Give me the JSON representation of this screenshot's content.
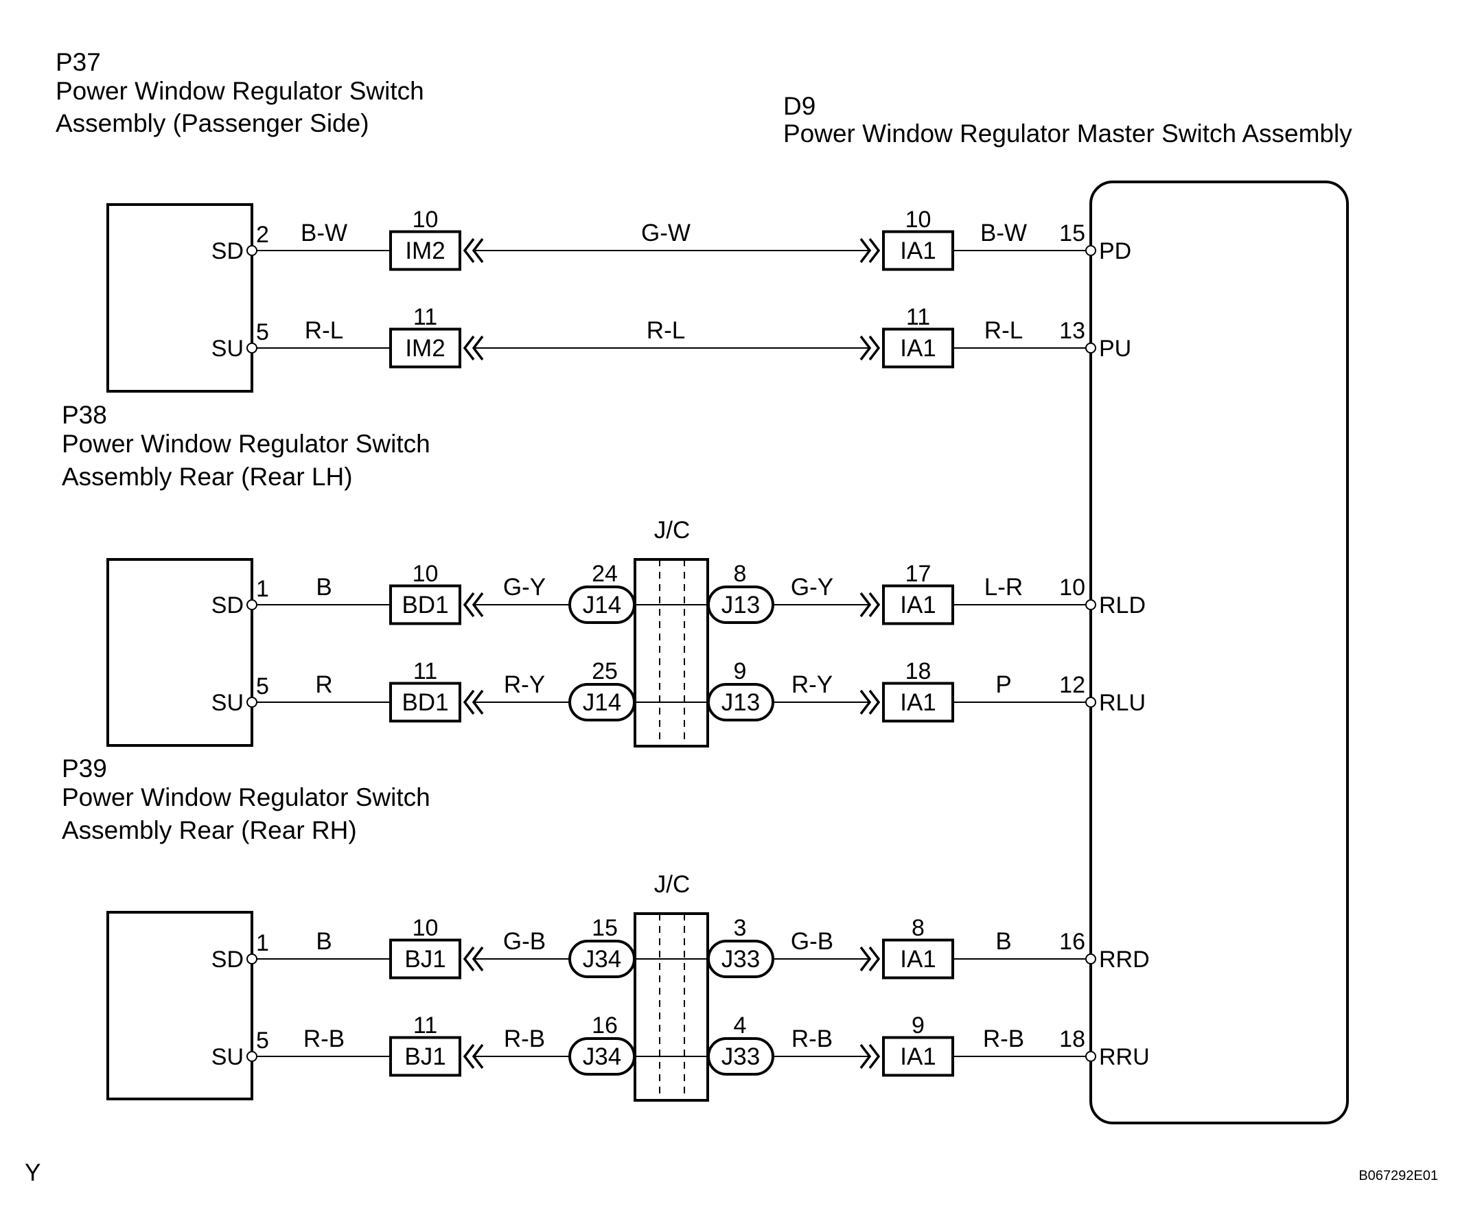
{
  "components": {
    "p37": {
      "code": "P37",
      "name_line1": "Power Window Regulator Switch",
      "name_line2": "Assembly (Passenger Side)"
    },
    "p38": {
      "code": "P38",
      "name_line1": "Power Window Regulator Switch",
      "name_line2": "Assembly Rear (Rear LH)"
    },
    "p39": {
      "code": "P39",
      "name_line1": "Power Window Regulator Switch",
      "name_line2": "Assembly Rear (Rear RH)"
    },
    "d9": {
      "code": "D9",
      "name": "Power Window Regulator Master Switch Assembly"
    }
  },
  "terminals": {
    "sd": "SD",
    "su": "SU"
  },
  "junction_label": "J/C",
  "circuits": [
    {
      "sw_pin": "2",
      "sw_wire": "B-W",
      "left_conn": {
        "pin": "10",
        "name": "IM2"
      },
      "mid_wire_left": "G-W",
      "right_conn": {
        "pin": "10",
        "name": "IA1"
      },
      "master_wire": "B-W",
      "master_pin": "15",
      "master_terminal": "PD"
    },
    {
      "sw_pin": "5",
      "sw_wire": "R-L",
      "left_conn": {
        "pin": "11",
        "name": "IM2"
      },
      "mid_wire_left": "R-L",
      "right_conn": {
        "pin": "11",
        "name": "IA1"
      },
      "master_wire": "R-L",
      "master_pin": "13",
      "master_terminal": "PU"
    },
    {
      "sw_pin": "1",
      "sw_wire": "B",
      "left_conn": {
        "pin": "10",
        "name": "BD1"
      },
      "mid_wire_left": "G-Y",
      "jc_left": {
        "pin": "24",
        "name": "J14"
      },
      "jc_right": {
        "pin": "8",
        "name": "J13"
      },
      "mid_wire_right": "G-Y",
      "right_conn": {
        "pin": "17",
        "name": "IA1"
      },
      "master_wire": "L-R",
      "master_pin": "10",
      "master_terminal": "RLD"
    },
    {
      "sw_pin": "5",
      "sw_wire": "R",
      "left_conn": {
        "pin": "11",
        "name": "BD1"
      },
      "mid_wire_left": "R-Y",
      "jc_left": {
        "pin": "25",
        "name": "J14"
      },
      "jc_right": {
        "pin": "9",
        "name": "J13"
      },
      "mid_wire_right": "R-Y",
      "right_conn": {
        "pin": "18",
        "name": "IA1"
      },
      "master_wire": "P",
      "master_pin": "12",
      "master_terminal": "RLU"
    },
    {
      "sw_pin": "1",
      "sw_wire": "B",
      "left_conn": {
        "pin": "10",
        "name": "BJ1"
      },
      "mid_wire_left": "G-B",
      "jc_left": {
        "pin": "15",
        "name": "J34"
      },
      "jc_right": {
        "pin": "3",
        "name": "J33"
      },
      "mid_wire_right": "G-B",
      "right_conn": {
        "pin": "8",
        "name": "IA1"
      },
      "master_wire": "B",
      "master_pin": "16",
      "master_terminal": "RRD"
    },
    {
      "sw_pin": "5",
      "sw_wire": "R-B",
      "left_conn": {
        "pin": "11",
        "name": "BJ1"
      },
      "mid_wire_left": "R-B",
      "jc_left": {
        "pin": "16",
        "name": "J34"
      },
      "jc_right": {
        "pin": "4",
        "name": "J33"
      },
      "mid_wire_right": "R-B",
      "right_conn": {
        "pin": "9",
        "name": "IA1"
      },
      "master_wire": "R-B",
      "master_pin": "18",
      "master_terminal": "RRU"
    }
  ],
  "footer": {
    "left": "Y",
    "right": "B067292E01"
  }
}
